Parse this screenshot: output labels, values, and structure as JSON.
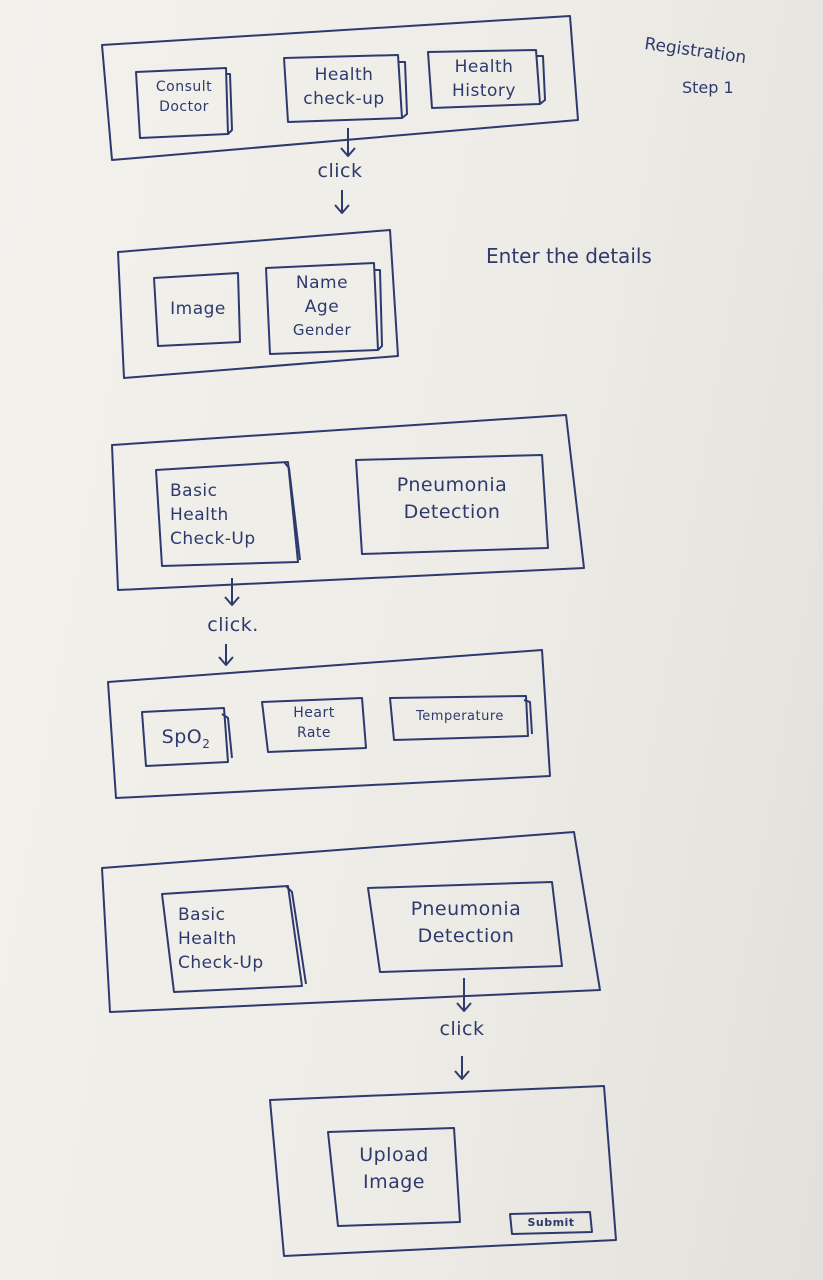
{
  "notes": {
    "registration_1": "Registration",
    "registration_2": "Step 1",
    "enter_details": "Enter the details"
  },
  "screen1": {
    "consult_1": "Consult",
    "consult_2": "Doctor",
    "checkup_1": "Health",
    "checkup_2": "check-up",
    "history_1": "Health",
    "history_2": "History"
  },
  "click_1": "click",
  "screen2": {
    "image": "Image",
    "name": "Name",
    "age": "Age",
    "gender": "Gender"
  },
  "screen3": {
    "basic_1": "Basic",
    "basic_2": "Health",
    "basic_3": "Check-Up",
    "pneu_1": "Pneumonia",
    "pneu_2": "Detection"
  },
  "click_2": "click.",
  "screen4": {
    "spo2_main": "SpO",
    "spo2_sub": "2",
    "heart_1": "Heart",
    "heart_2": "Rate",
    "temp": "Temperature"
  },
  "screen5": {
    "basic_1": "Basic",
    "basic_2": "Health",
    "basic_3": "Check-Up",
    "pneu_1": "Pneumonia",
    "pneu_2": "Detection"
  },
  "click_3": "click",
  "screen6": {
    "upload_1": "Upload",
    "upload_2": "Image",
    "submit": "Submit"
  }
}
